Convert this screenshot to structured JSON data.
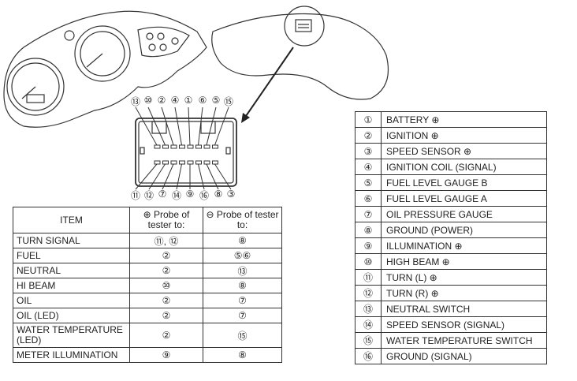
{
  "connector": {
    "top_pins": [
      "⑬",
      "⑩",
      "②",
      "④",
      "①",
      "⑥",
      "⑤",
      "⑮"
    ],
    "bottom_pins": [
      "⑪",
      "⑫",
      "⑦",
      "⑭",
      "⑨",
      "⑯",
      "⑧",
      "③"
    ]
  },
  "probe_table": {
    "headers": [
      "ITEM",
      "⊕ Probe of tester to:",
      "⊖ Probe of tester to:"
    ],
    "rows": [
      {
        "item": "TURN SIGNAL",
        "plus": "⑪, ⑫",
        "minus": "⑧"
      },
      {
        "item": "FUEL",
        "plus": "②",
        "minus": "⑤⑥"
      },
      {
        "item": "NEUTRAL",
        "plus": "②",
        "minus": "⑬"
      },
      {
        "item": "HI BEAM",
        "plus": "⑩",
        "minus": "⑧"
      },
      {
        "item": "OIL",
        "plus": "②",
        "minus": "⑦"
      },
      {
        "item": "OIL (LED)",
        "plus": "②",
        "minus": "⑦"
      },
      {
        "item": "WATER TEMPERATURE (LED)",
        "plus": "②",
        "minus": "⑮"
      },
      {
        "item": "METER ILLUMINATION",
        "plus": "⑨",
        "minus": "⑧"
      }
    ]
  },
  "pin_table": {
    "rows": [
      {
        "num": "①",
        "label": "BATTERY ⊕"
      },
      {
        "num": "②",
        "label": "IGNITION ⊕"
      },
      {
        "num": "③",
        "label": "SPEED SENSOR ⊕"
      },
      {
        "num": "④",
        "label": "IGNITION COIL (SIGNAL)"
      },
      {
        "num": "⑤",
        "label": "FUEL LEVEL GAUGE B"
      },
      {
        "num": "⑥",
        "label": "FUEL LEVEL GAUGE A"
      },
      {
        "num": "⑦",
        "label": "OIL PRESSURE GAUGE"
      },
      {
        "num": "⑧",
        "label": "GROUND (POWER)"
      },
      {
        "num": "⑨",
        "label": "ILLUMINATION ⊕"
      },
      {
        "num": "⑩",
        "label": "HIGH BEAM ⊕"
      },
      {
        "num": "⑪",
        "label": "TURN (L) ⊕"
      },
      {
        "num": "⑫",
        "label": "TURN (R) ⊕"
      },
      {
        "num": "⑬",
        "label": "NEUTRAL SWITCH"
      },
      {
        "num": "⑭",
        "label": "SPEED SENSOR (SIGNAL)"
      },
      {
        "num": "⑮",
        "label": "WATER TEMPERATURE SWITCH"
      },
      {
        "num": "⑯",
        "label": "GROUND (SIGNAL)"
      }
    ]
  }
}
